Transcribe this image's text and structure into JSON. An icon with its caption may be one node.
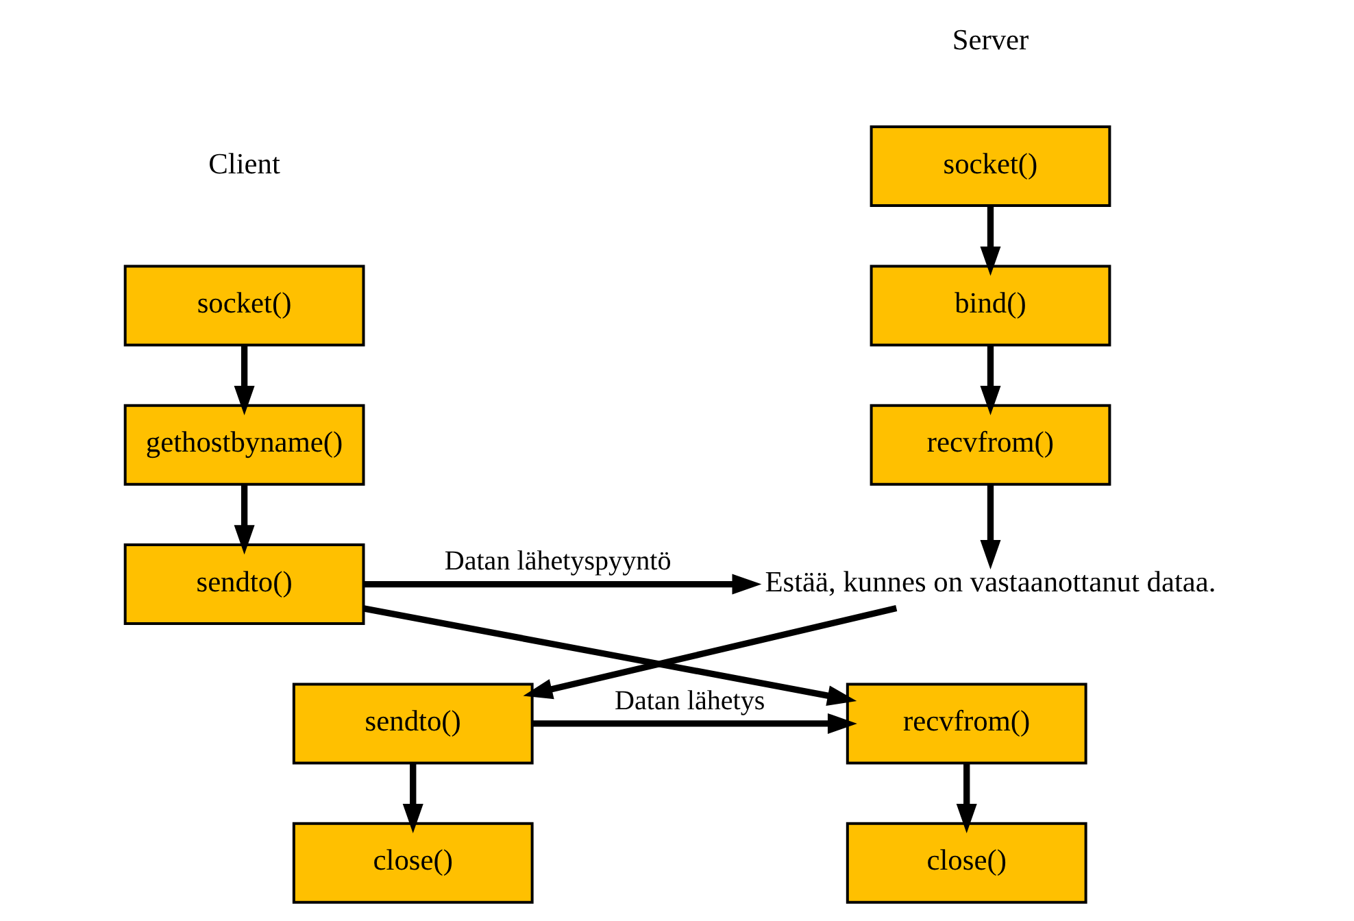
{
  "diagram": {
    "nodes": [
      {
        "text": [
          "socket()"
        ]
      },
      {
        "text": [
          "bind()"
        ]
      },
      {
        "text": [
          "recvfrom()"
        ]
      },
      {
        "text": [
          "Estää, kunnes on vastaanottanut dataa."
        ]
      },
      {
        "text": [
          "sendto()"
        ]
      },
      {
        "text": [
          "close()"
        ]
      },
      {
        "text": [
          "socket()"
        ]
      },
      {
        "text": [
          "gethostbyname()"
        ]
      },
      {
        "text": [
          "sendto()"
        ]
      },
      {
        "text": [
          "recvfrom()"
        ]
      },
      {
        "text": [
          "close()"
        ]
      }
    ],
    "edges": [
      {
        "from": 0,
        "to": 1,
        "arrow": "to"
      },
      {
        "from": 1,
        "to": 2,
        "arrow": "to"
      },
      {
        "from": 2,
        "to": 3,
        "arrow": "to"
      },
      {
        "from": 8,
        "to": 3,
        "arrow": "to",
        "label": "Datan lähetyspyyntö"
      },
      {
        "from": 3,
        "to": 4,
        "arrow": "to"
      },
      {
        "from": 4,
        "to": 9,
        "arrow": "to",
        "label": "Datan lähetys"
      },
      {
        "from": 4,
        "to": 5,
        "arrow": "to"
      },
      {
        "from": 6,
        "to": 7,
        "arrow": "to"
      },
      {
        "from": 7,
        "to": 8,
        "arrow": "to"
      },
      {
        "from": 8,
        "to": 9,
        "arrow": "to"
      },
      {
        "from": 9,
        "to": 10,
        "arrow": "to"
      }
    ],
    "labels": [
      "Server",
      "Client"
    ]
  }
}
